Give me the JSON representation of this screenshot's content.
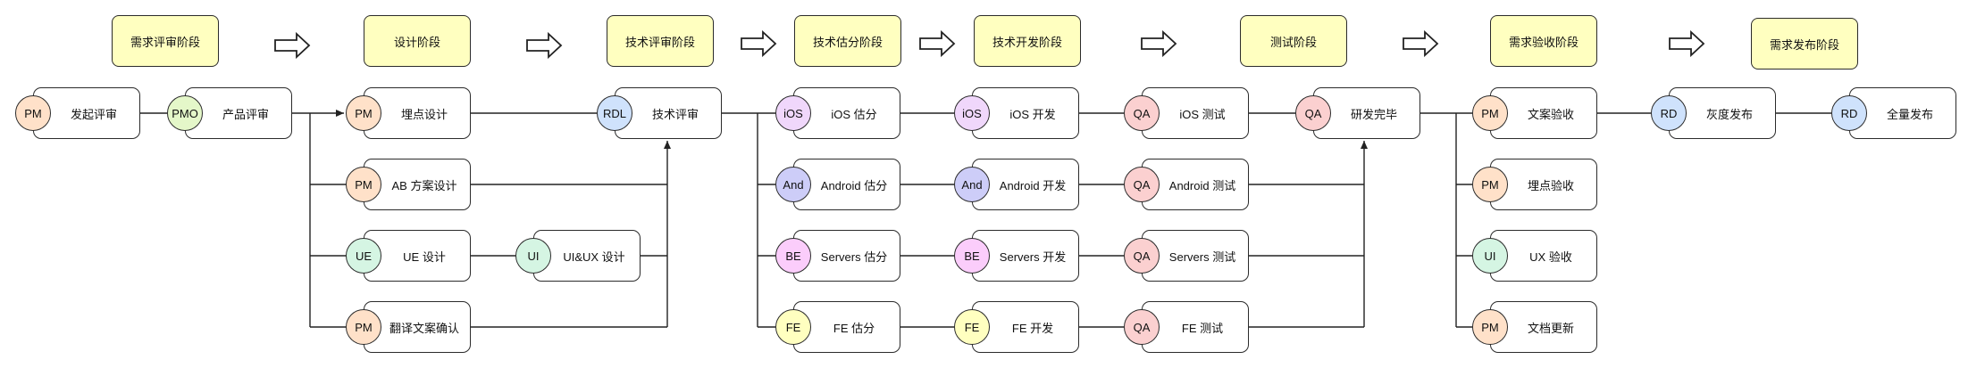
{
  "colors": {
    "stage_fill": "#ffffc0",
    "PM": "#ffe1c9",
    "PMO": "#e4f7c9",
    "UE": "#d5f5e3",
    "UI": "#d5f5e3",
    "RDL": "#cfe2fc",
    "RD": "#cfe2fc",
    "iOS": "#f0d7fb",
    "And": "#cdcdf8",
    "BE": "#fbcdfb",
    "FE": "#ffffc0",
    "QA": "#fbd0d0"
  },
  "stages": [
    {
      "id": "req-review",
      "label": "需求评审阶段"
    },
    {
      "id": "design",
      "label": "设计阶段"
    },
    {
      "id": "tech-review",
      "label": "技术评审阶段"
    },
    {
      "id": "tech-estimate",
      "label": "技术估分阶段"
    },
    {
      "id": "tech-dev",
      "label": "技术开发阶段"
    },
    {
      "id": "testing",
      "label": "测试阶段"
    },
    {
      "id": "acceptance",
      "label": "需求验收阶段"
    },
    {
      "id": "release",
      "label": "需求发布阶段"
    }
  ],
  "tasks": [
    {
      "id": "initiate-review",
      "role": "PM",
      "label": "发起评审"
    },
    {
      "id": "product-review",
      "role": "PMO",
      "label": "产品评审"
    },
    {
      "id": "tracking-design",
      "role": "PM",
      "label": "埋点设计"
    },
    {
      "id": "ab-design",
      "role": "PM",
      "label": "AB 方案设计"
    },
    {
      "id": "ue-design",
      "role": "UE",
      "label": "UE 设计"
    },
    {
      "id": "ui-ux-design",
      "role": "UI",
      "label": "UI&UX 设计"
    },
    {
      "id": "copy-confirm",
      "role": "PM",
      "label": "翻译文案确认"
    },
    {
      "id": "tech-review",
      "role": "RDL",
      "label": "技术评审"
    },
    {
      "id": "ios-estimate",
      "role": "iOS",
      "label": "iOS 估分"
    },
    {
      "id": "android-estimate",
      "role": "And",
      "label": "Android 估分"
    },
    {
      "id": "servers-estimate",
      "role": "BE",
      "label": "Servers 估分"
    },
    {
      "id": "fe-estimate",
      "role": "FE",
      "label": "FE 估分"
    },
    {
      "id": "ios-dev",
      "role": "iOS",
      "label": "iOS 开发"
    },
    {
      "id": "android-dev",
      "role": "And",
      "label": "Android 开发"
    },
    {
      "id": "servers-dev",
      "role": "BE",
      "label": "Servers 开发"
    },
    {
      "id": "fe-dev",
      "role": "FE",
      "label": "FE 开发"
    },
    {
      "id": "ios-test",
      "role": "QA",
      "label": "iOS 测试"
    },
    {
      "id": "android-test",
      "role": "QA",
      "label": "Android 测试"
    },
    {
      "id": "servers-test",
      "role": "QA",
      "label": "Servers 测试"
    },
    {
      "id": "fe-test",
      "role": "QA",
      "label": "FE 测试"
    },
    {
      "id": "dev-complete",
      "role": "QA",
      "label": "研发完毕"
    },
    {
      "id": "copy-accept",
      "role": "PM",
      "label": "文案验收"
    },
    {
      "id": "tracking-accept",
      "role": "PM",
      "label": "埋点验收"
    },
    {
      "id": "ux-accept",
      "role": "UI",
      "label": "UX 验收"
    },
    {
      "id": "doc-update",
      "role": "PM",
      "label": "文档更新"
    },
    {
      "id": "gray-release",
      "role": "RD",
      "label": "灰度发布"
    },
    {
      "id": "full-release",
      "role": "RD",
      "label": "全量发布"
    }
  ]
}
